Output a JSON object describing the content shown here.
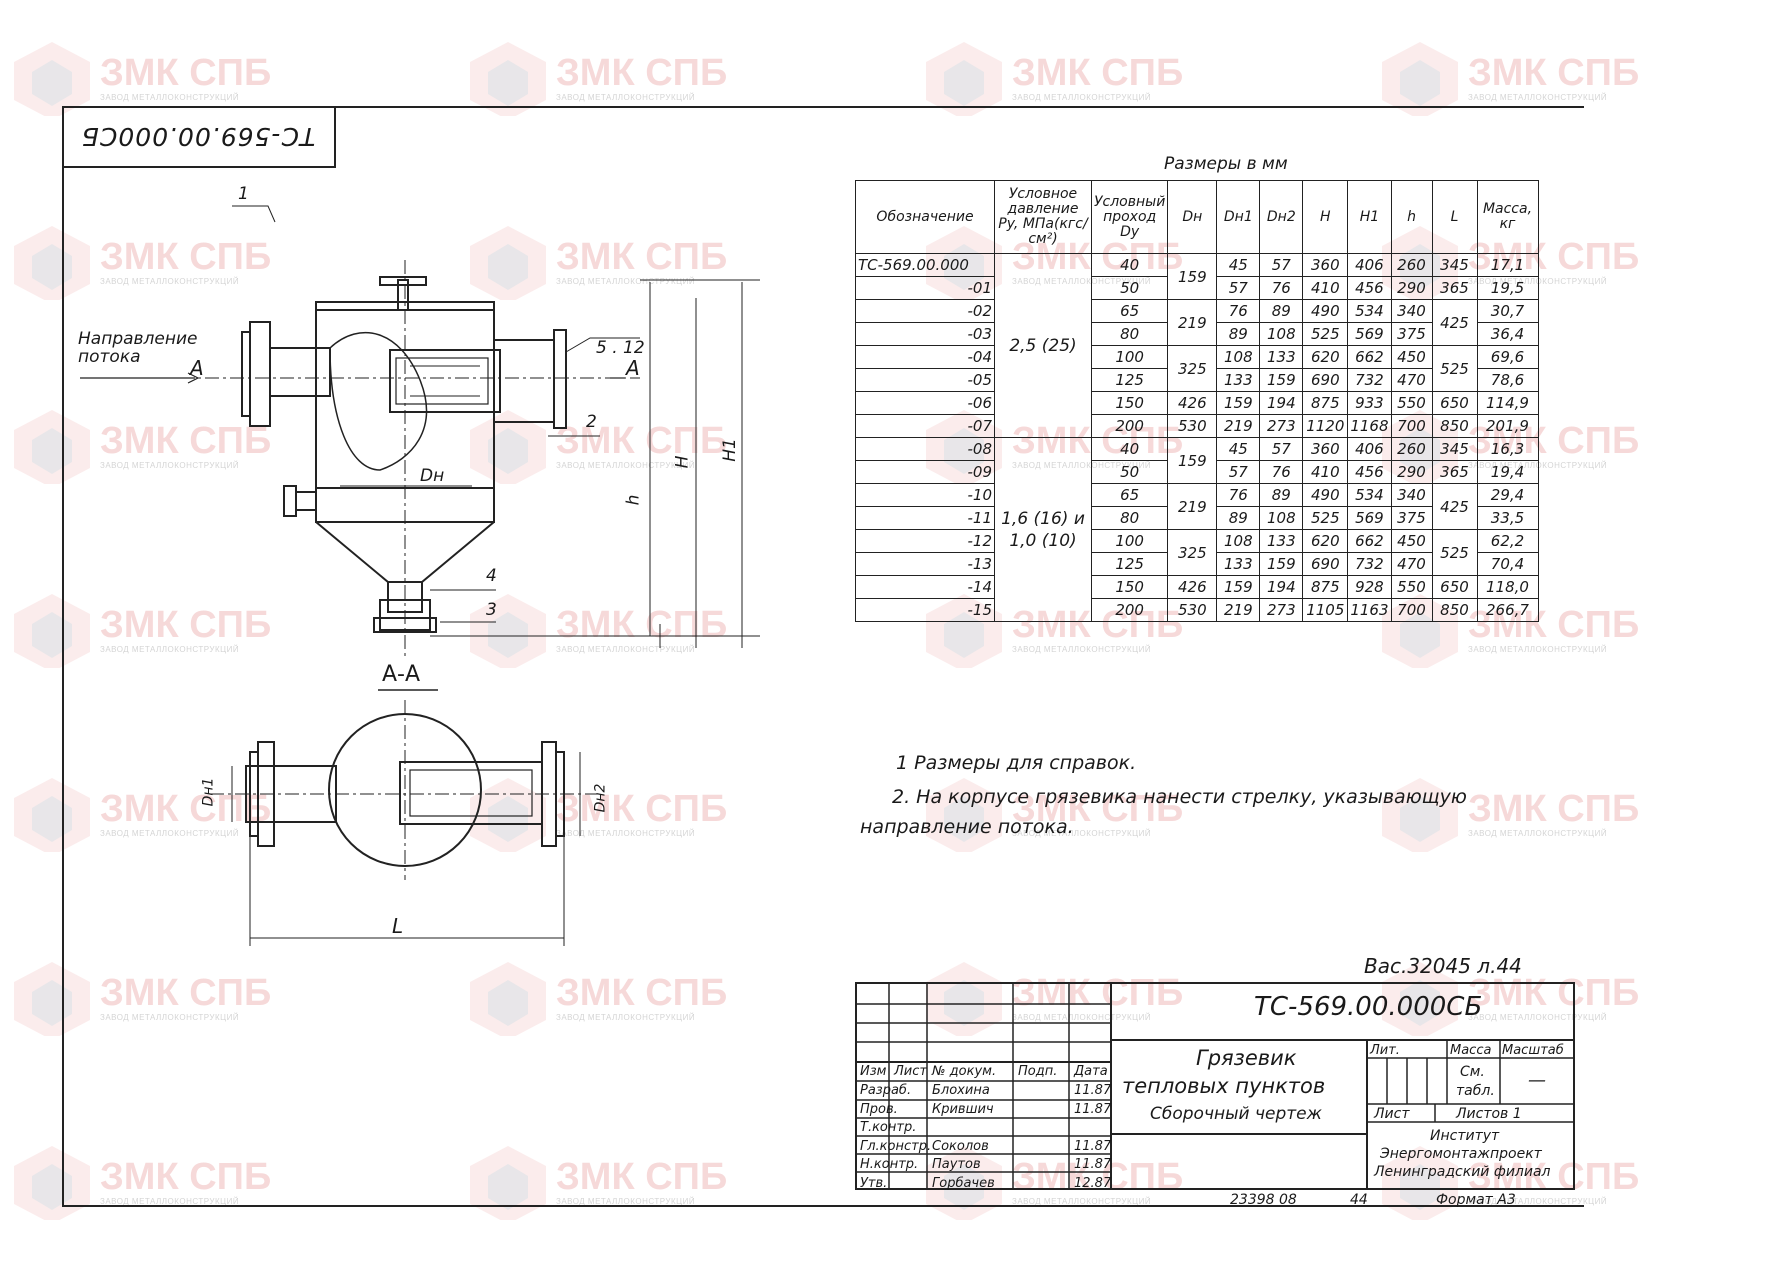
{
  "watermark": {
    "brand": "ЗМК СПБ",
    "sub": "ЗАВОД МЕТАЛЛОКОНСТРУКЦИЙ"
  },
  "corner_stamp": "ТС-569.00.000СБ",
  "drawing": {
    "labels": {
      "pos1": "1",
      "flow_direction": "Направление потока",
      "section_a": "А",
      "pos_5_12": "5 . 12",
      "pos2": "2",
      "dn": "Dн",
      "h": "h",
      "H": "H",
      "H1": "H1",
      "pos4": "4",
      "pos3": "3",
      "section_aa": "А-А",
      "dn1": "Dн1",
      "dn2": "Dн2",
      "L": "L"
    }
  },
  "table": {
    "caption": "Размеры в мм",
    "headers": [
      "Обозначение",
      "Условное давление Py, МПа(кгс/см²)",
      "Условный проход Dy",
      "Dн",
      "Dн1",
      "Dн2",
      "H",
      "H1",
      "h",
      "L",
      "Масса, кг"
    ],
    "rows": [
      [
        "ТС-569.00.000",
        "40",
        "45",
        "57",
        "360",
        "406",
        "260",
        "17,1"
      ],
      [
        "-01",
        "50",
        "57",
        "76",
        "410",
        "456",
        "290",
        "19,5"
      ],
      [
        "-02",
        "65",
        "76",
        "89",
        "490",
        "534",
        "340",
        "30,7"
      ],
      [
        "-03",
        "80",
        "89",
        "108",
        "525",
        "569",
        "375",
        "36,4"
      ],
      [
        "-04",
        "100",
        "108",
        "133",
        "620",
        "662",
        "450",
        "69,6"
      ],
      [
        "-05",
        "125",
        "133",
        "159",
        "690",
        "732",
        "470",
        "78,6"
      ],
      [
        "-06",
        "150",
        "159",
        "194",
        "875",
        "933",
        "550",
        "114,9"
      ],
      [
        "-07",
        "200",
        "219",
        "273",
        "1120",
        "1168",
        "700",
        "201,9"
      ],
      [
        "-08",
        "40",
        "45",
        "57",
        "360",
        "406",
        "260",
        "16,3"
      ],
      [
        "-09",
        "50",
        "57",
        "76",
        "410",
        "456",
        "290",
        "19,4"
      ],
      [
        "-10",
        "65",
        "76",
        "89",
        "490",
        "534",
        "340",
        "29,4"
      ],
      [
        "-11",
        "80",
        "89",
        "108",
        "525",
        "569",
        "375",
        "33,5"
      ],
      [
        "-12",
        "100",
        "108",
        "133",
        "620",
        "662",
        "450",
        "62,2"
      ],
      [
        "-13",
        "125",
        "133",
        "159",
        "690",
        "732",
        "470",
        "70,4"
      ],
      [
        "-14",
        "150",
        "159",
        "194",
        "875",
        "928",
        "550",
        "118,0"
      ],
      [
        "-15",
        "200",
        "219",
        "273",
        "1105",
        "1163",
        "700",
        "266,7"
      ]
    ],
    "pressure_a": "2,5 (25)",
    "pressure_b1": "1,6 (16) и",
    "pressure_b2": "1,0 (10)",
    "dn_groups": [
      "159",
      "219",
      "325",
      "426",
      "530",
      "159",
      "219",
      "325",
      "426",
      "530"
    ],
    "l_groups": [
      "345",
      "365",
      "425",
      "525",
      "650",
      "850",
      "345",
      "365",
      "425",
      "525",
      "650",
      "850"
    ]
  },
  "notes": {
    "n1": "1  Размеры для справок.",
    "n2a": "2. На корпусе грязевика нанести стрелку, указывающую",
    "n2b": "направление  потока."
  },
  "ref": "Вас.32045 л.44",
  "title_block": {
    "code": "ТС-569.00.000СБ",
    "name1": "Грязевик",
    "name2": "тепловых  пунктов",
    "name3": "Сборочный  чертеж",
    "hdr": [
      "Изм",
      "Лист",
      "№ докум.",
      "Подп.",
      "Дата"
    ],
    "roles": [
      [
        "Разраб.",
        "Блохина",
        "11.87"
      ],
      [
        "Пров.",
        "Крившич",
        "11.87"
      ],
      [
        "Т.контр.",
        "",
        ""
      ],
      [
        "Гл.констр.",
        "Соколов",
        "11.87"
      ],
      [
        "Н.контр.",
        "Паутов",
        "11.87"
      ],
      [
        "Утв.",
        "Горбачев",
        "12.87"
      ]
    ],
    "lit": "Лит.",
    "mass": "Масса",
    "scale": "Масштаб",
    "mass_val1": "См.",
    "mass_val2": "табл.",
    "scale_val": "—",
    "sheet": "Лист",
    "sheets": "Листов  1",
    "org1": "Институт",
    "org2": "Энергомонтажпроект",
    "org3": "Ленинградский филиал"
  },
  "footer": {
    "number": "23398 08",
    "page": "44",
    "format": "Формат А3"
  }
}
